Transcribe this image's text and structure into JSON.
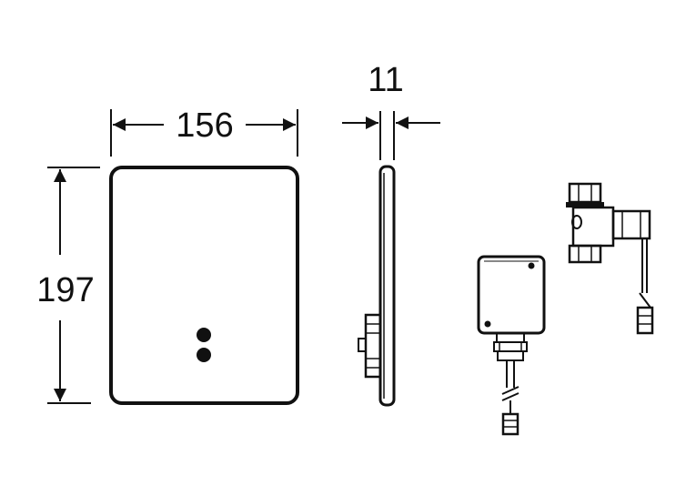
{
  "dimensions": {
    "width": "156",
    "height": "197",
    "depth": "11"
  },
  "colors": {
    "line": "#111111",
    "background": "#ffffff",
    "fill_dark": "#1a1a1a",
    "fill_gray": "#bdbdbd"
  },
  "parts": {
    "cover_plate": "front-plate",
    "side_profile": "plate-side-view",
    "control_box": "electronics-box",
    "valve": "solenoid-valve"
  }
}
